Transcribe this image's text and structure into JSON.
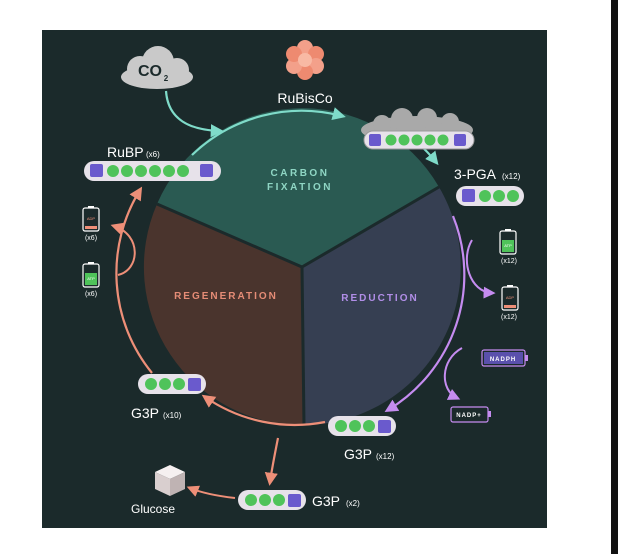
{
  "diagram": {
    "co2_main": "CO",
    "co2_sub": "2",
    "rubisco": "RuBisCo",
    "rubp": "RuBP",
    "rubp_mult": "(x6)",
    "pga": "3-PGA",
    "pga_mult": "(x12)",
    "sector_fixation_1": "CARBON",
    "sector_fixation_2": "FIXATION",
    "sector_regeneration": "REGENERATION",
    "sector_reduction": "REDUCTION",
    "adp_label": "ADP",
    "atp_label": "ATP",
    "x6": "(x6)",
    "x12": "(x12)",
    "nadph": "NADPH",
    "nadp": "NADP+",
    "g3p": "G3P",
    "g3p_x12": "(x12)",
    "g3p_x10": "(x10)",
    "g3p_x2": "(x2)",
    "glucose": "Glucose"
  },
  "colors": {
    "background": "#1b2a2b",
    "fixation": "#2a5a52",
    "reduction": "#363f52",
    "regeneration": "#4a342d",
    "teal_arrow": "#7fdbc9",
    "purple_arrow": "#c58cf0",
    "salmon_arrow": "#ee8f78",
    "carbon_green": "#4fc35a",
    "phosphate_purple": "#6a5acd",
    "rubisco": "#f08a70"
  }
}
